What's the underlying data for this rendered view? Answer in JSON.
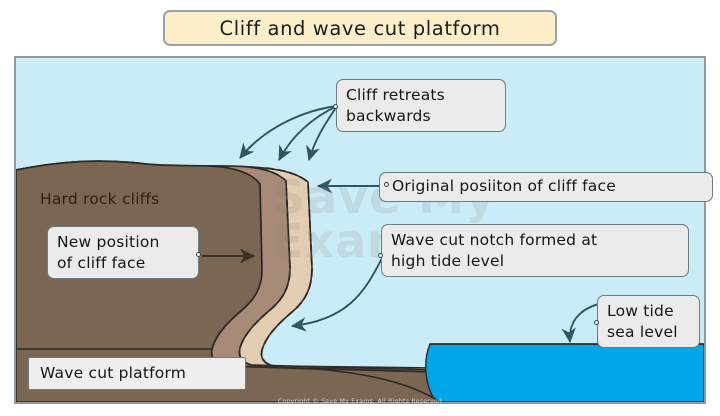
{
  "title": {
    "text": "Cliff and wave cut platform"
  },
  "labels": {
    "cliff_retreats": "Cliff retreats\nbackwards",
    "original_position": "Original posiiton of cliff face",
    "wave_cut_notch": "Wave cut notch formed at\nhigh tide level",
    "new_position": "New position\nof cliff face",
    "hard_rock_cliffs": "Hard rock cliffs",
    "wave_cut_platform": "Wave cut platform",
    "low_tide": "Low tide\nsea level"
  },
  "watermark": {
    "text": "Save My\nExams"
  },
  "footer": {
    "copyright": "Copyright © Save My Exams. All Rights Reserved"
  },
  "colors": {
    "sky": "#c9ecf7",
    "sea": "#00a6e8",
    "rock_current": "#7b6553",
    "rock_intermediate": "#a78a78",
    "rock_original": "#e3cdb2",
    "title_background": "#fcefc9",
    "callout_background": "#ebebeb",
    "outline": "#2e2a26",
    "arrow": "#2f5663"
  }
}
